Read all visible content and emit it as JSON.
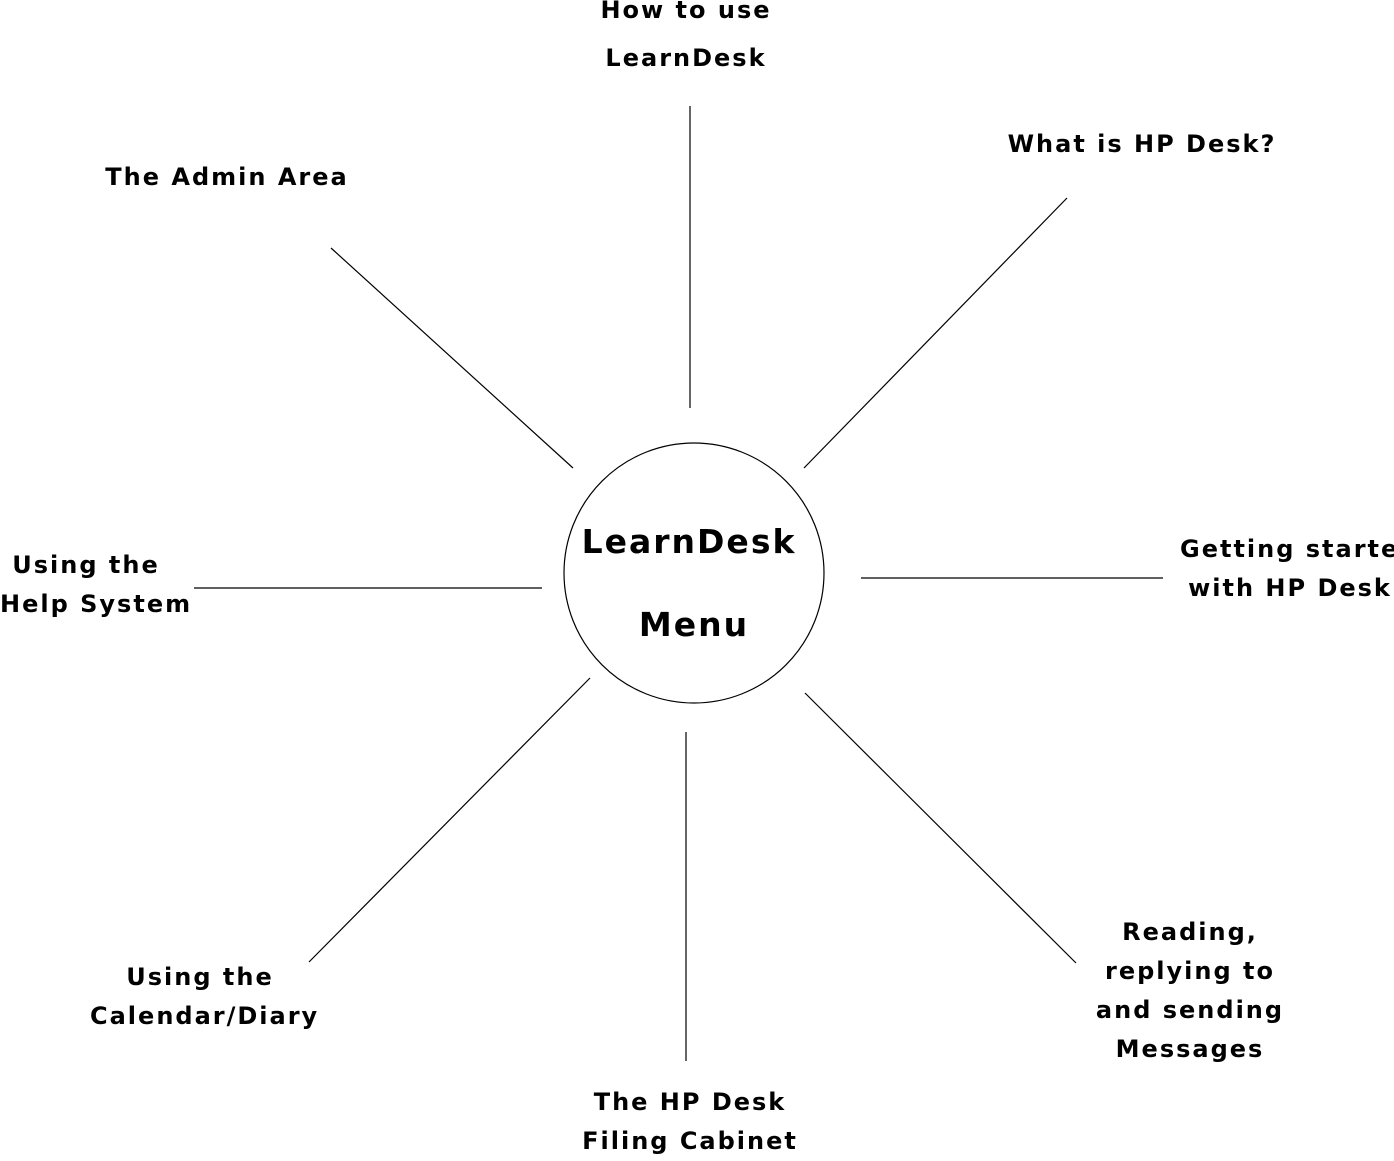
{
  "center": {
    "line1": "LearnDesk",
    "line2": "Menu"
  },
  "items": [
    {
      "id": "how-to-use",
      "lines": [
        "How to use",
        "LearnDesk"
      ]
    },
    {
      "id": "what-is-hp-desk",
      "lines": [
        "What is HP Desk?"
      ]
    },
    {
      "id": "getting-started",
      "lines": [
        "Getting started",
        "with HP Desk"
      ]
    },
    {
      "id": "messages",
      "lines": [
        "Reading,",
        "replying to",
        "and sending",
        "Messages"
      ]
    },
    {
      "id": "filing-cabinet",
      "lines": [
        "The HP Desk",
        "Filing Cabinet"
      ]
    },
    {
      "id": "calendar",
      "lines": [
        "Using the",
        "Calendar/Diary"
      ]
    },
    {
      "id": "help-system",
      "lines": [
        "Using the",
        "Help System"
      ]
    },
    {
      "id": "admin-area",
      "lines": [
        "The Admin Area"
      ]
    }
  ],
  "colors": {
    "background": "#ffffff",
    "foreground": "#000000"
  }
}
